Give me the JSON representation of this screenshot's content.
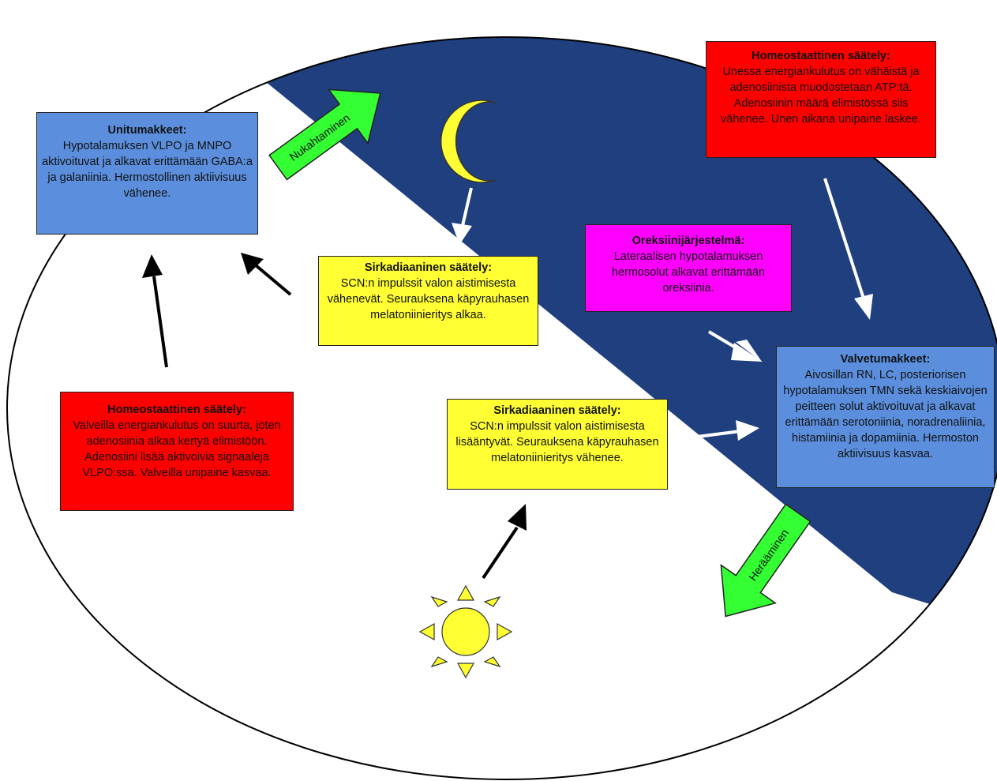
{
  "boxes": {
    "unitumakkeet": {
      "title": "Unitumakkeet:",
      "body": "Hypotalamuksen VLPO ja MNPO aktivoituvat ja alkavat erittämään GABA:a ja galaniinia. Hermostollinen aktiivisuus vähenee.",
      "color": "#5b8fdd"
    },
    "homeostatic_night": {
      "title": "Homeostaattinen säätely:",
      "body": "Unessa energiankulutus on vähäistä ja adenosiinista muodostetaan ATP:tä. Adenosiinin määrä elimistössä siis vähenee. Unen aikana unipaine laskee.",
      "color": "#ff0000"
    },
    "circadian_night": {
      "title": "Sirkadiaaninen säätely:",
      "body": "SCN:n impulssit valon aistimisesta vähenevät. Seurauksena käpyrauhasen melatoniinieritys alkaa.",
      "color": "#ffff33"
    },
    "oreksiini": {
      "title": "Oreksiinijärjestelmä:",
      "body": "Lateraalisen hypotalamuksen hermosolut alkavat erittämään oreksiinia.",
      "color": "#ff00ff"
    },
    "valvetumakkeet": {
      "title": "Valvetumakkeet:",
      "body": "Aivosillan RN, LC, posteriorisen hypotalamuksen TMN sekä keskiaivojen peitteen solut aktivoituvat ja alkavat erittämään serotoniinia, noradrenaliinia, histamiinia ja dopamiinia. Hermoston aktiivisuus kasvaa.",
      "color": "#5b8fdd"
    },
    "homeostatic_day": {
      "title": "Homeostaattinen säätely:",
      "body": "Valveilla energiankulutus on suurta, joten adenosiinia alkaa kertyä elimistöön. Adenosiini lisää aktivoivia signaaleja VLPO:ssa. Valveilla unipaine kasvaa.",
      "color": "#ff0000"
    },
    "circadian_day": {
      "title": "Sirkadiaaninen säätely:",
      "body": "SCN:n impulssit valon aistimisesta lisääntyvät. Seurauksena käpyrauhasen melatoniinieritys vähenee.",
      "color": "#ffff33"
    }
  },
  "big_arrows": {
    "falling_asleep": "Nukahtaminen",
    "waking_up": "Herääminen",
    "color": "#33ff33"
  },
  "colors": {
    "night": "#1f3f7f",
    "day": "#ffffff",
    "moon": "#ffff33",
    "sun": "#ffff33"
  },
  "icons": [
    "moon-icon",
    "sun-icon"
  ]
}
